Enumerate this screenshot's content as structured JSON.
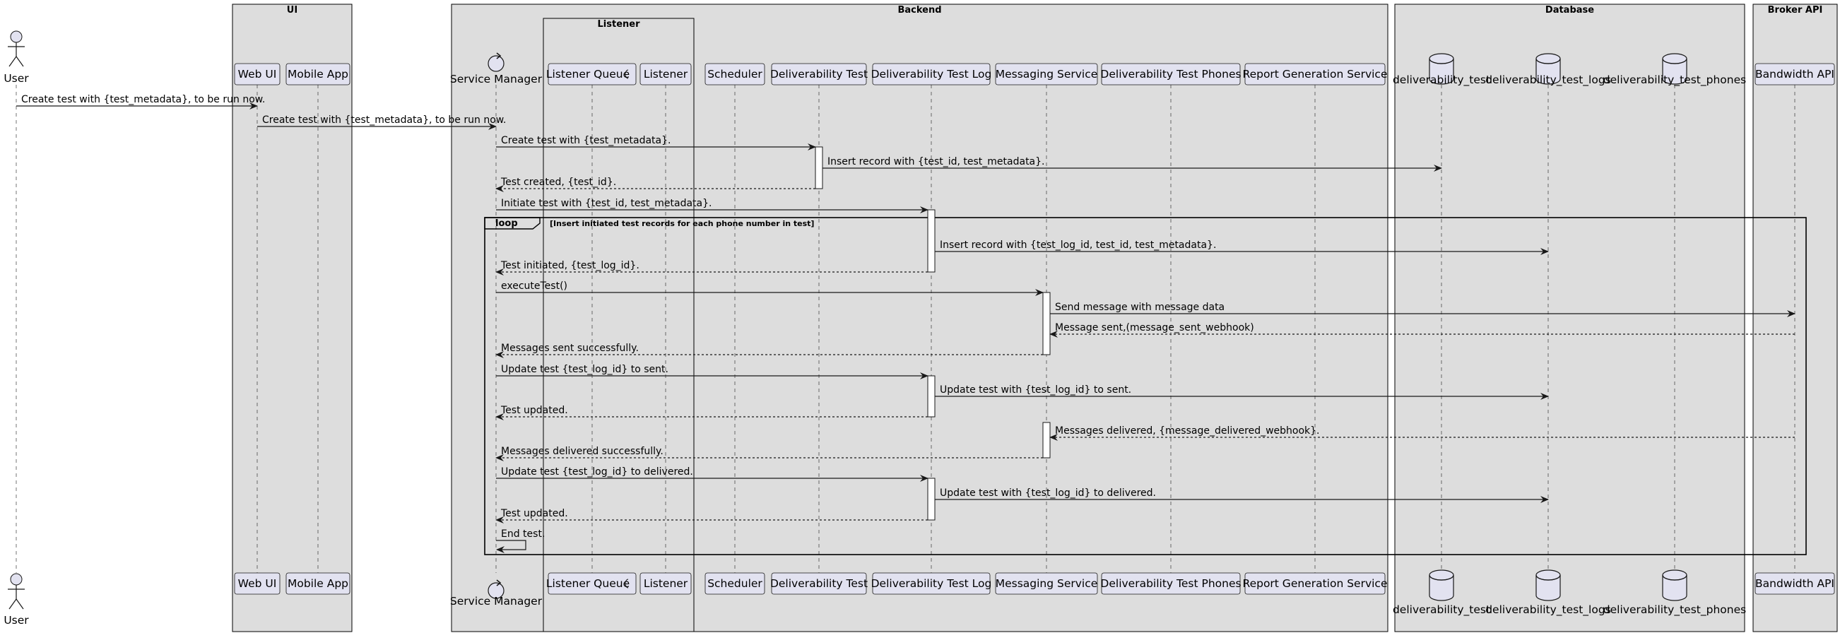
{
  "diagram": {
    "groups": [
      {
        "id": "ui",
        "title": "UI"
      },
      {
        "id": "backend",
        "title": "Backend"
      },
      {
        "id": "listener",
        "title": "Listener"
      },
      {
        "id": "database",
        "title": "Database"
      },
      {
        "id": "broker",
        "title": "Broker API"
      }
    ],
    "participants": [
      {
        "id": "user",
        "label": "User",
        "shape": "actor",
        "icon": "actor-icon"
      },
      {
        "id": "webui",
        "label": "Web UI",
        "shape": "participant"
      },
      {
        "id": "mobile",
        "label": "Mobile App",
        "shape": "participant"
      },
      {
        "id": "sm",
        "label": "Service Manager",
        "shape": "control",
        "icon": "control-icon"
      },
      {
        "id": "lq",
        "label": "Listener Queue",
        "shape": "queue",
        "icon": "queue-icon"
      },
      {
        "id": "listener",
        "label": "Listener",
        "shape": "participant"
      },
      {
        "id": "scheduler",
        "label": "Scheduler",
        "shape": "participant"
      },
      {
        "id": "dt",
        "label": "Deliverability Test",
        "shape": "participant"
      },
      {
        "id": "dtl",
        "label": "Deliverability Test Log",
        "shape": "participant"
      },
      {
        "id": "ms",
        "label": "Messaging Service",
        "shape": "participant"
      },
      {
        "id": "dtp",
        "label": "Deliverability Test Phones",
        "shape": "participant"
      },
      {
        "id": "rgs",
        "label": "Report Generation Service",
        "shape": "participant"
      },
      {
        "id": "db_dt",
        "label": "deliverability_test",
        "shape": "database",
        "icon": "database-icon"
      },
      {
        "id": "db_dtl",
        "label": "deliverability_test_logs",
        "shape": "database",
        "icon": "database-icon"
      },
      {
        "id": "db_dtp",
        "label": "deliverability_test_phones",
        "shape": "database",
        "icon": "database-icon"
      },
      {
        "id": "bw",
        "label": "Bandwidth API",
        "shape": "participant"
      }
    ],
    "loop": {
      "label": "loop",
      "condition": "[Insert initiated test records for each phone number in test]"
    },
    "messages": [
      {
        "from": "user",
        "to": "webui",
        "label": "Create test with {test_metadata}, to be run now.",
        "style": "solid"
      },
      {
        "from": "webui",
        "to": "sm",
        "label": "Create test with {test_metadata}, to be run now.",
        "style": "solid"
      },
      {
        "from": "sm",
        "to": "dt",
        "label": "Create test with {test_metadata}.",
        "style": "solid"
      },
      {
        "from": "dt",
        "to": "db_dt",
        "label": "Insert record with {test_id, test_metadata}.",
        "style": "solid"
      },
      {
        "from": "dt",
        "to": "sm",
        "label": "Test created, {test_id}.",
        "style": "dashed"
      },
      {
        "from": "sm",
        "to": "dtl",
        "label": "Initiate test with {test_id, test_metadata}.",
        "style": "solid"
      },
      {
        "from": "dtl",
        "to": "db_dtl",
        "label": "Insert record with {test_log_id, test_id, test_metadata}.",
        "style": "solid"
      },
      {
        "from": "dtl",
        "to": "sm",
        "label": "Test initiated, {test_log_id}.",
        "style": "dashed"
      },
      {
        "from": "sm",
        "to": "ms",
        "label": "executeTest()",
        "style": "solid"
      },
      {
        "from": "ms",
        "to": "bw",
        "label": "Send message with message data",
        "style": "solid"
      },
      {
        "from": "bw",
        "to": "ms",
        "label": "Message sent,(message_sent_webhook)",
        "style": "dashed"
      },
      {
        "from": "ms",
        "to": "sm",
        "label": "Messages sent successfully.",
        "style": "dashed"
      },
      {
        "from": "sm",
        "to": "dtl",
        "label": "Update test {test_log_id} to sent.",
        "style": "solid"
      },
      {
        "from": "dtl",
        "to": "db_dtl",
        "label": "Update test with {test_log_id} to sent.",
        "style": "solid"
      },
      {
        "from": "dtl",
        "to": "sm",
        "label": "Test updated.",
        "style": "dashed"
      },
      {
        "from": "bw",
        "to": "ms",
        "label": "Messages delivered, {message_delivered_webhook}.",
        "style": "dashed"
      },
      {
        "from": "ms",
        "to": "sm",
        "label": "Messages delivered successfully.",
        "style": "dashed"
      },
      {
        "from": "sm",
        "to": "dtl",
        "label": "Update test {test_log_id} to delivered.",
        "style": "solid"
      },
      {
        "from": "dtl",
        "to": "db_dtl",
        "label": "Update test with {test_log_id} to delivered.",
        "style": "solid"
      },
      {
        "from": "dtl",
        "to": "sm",
        "label": "Test updated.",
        "style": "dashed"
      },
      {
        "from": "sm",
        "to": "sm",
        "label": "End test.",
        "style": "solid"
      }
    ],
    "colors": {
      "group_fill": "#DDDDDD",
      "group_stroke": "#000000",
      "participant_fill": "#E2E2F0",
      "participant_stroke": "#181818",
      "lifeline": "#181818",
      "arrow": "#181818",
      "activation_fill": "#FFFFFF"
    }
  }
}
